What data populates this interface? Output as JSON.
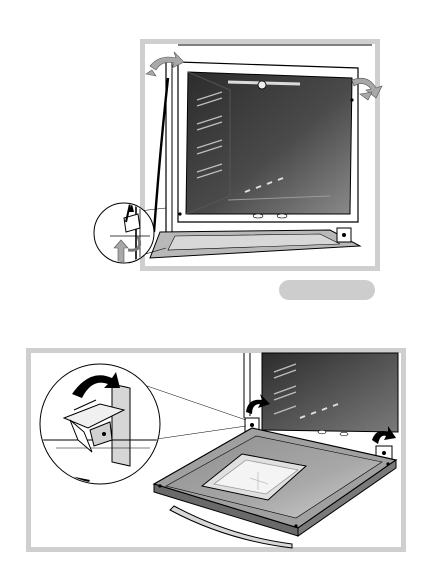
{
  "figure": {
    "colors": {
      "frame": "#cfcfcf",
      "cavity_dark": "#3a3a3a",
      "cavity_mid": "#777777",
      "door_glass": "#9a9a9a",
      "arrow_grey": "#a8a8a8",
      "line": "#000000"
    },
    "panels": [
      {
        "name": "oven-open-door-view",
        "icons": [
          "hinge-clip-icon",
          "rotate-arrow-icon",
          "lift-arrow-icon"
        ]
      },
      {
        "name": "door-removal-view",
        "icons": [
          "hinge-lever-icon",
          "rotate-arrow-icon"
        ]
      }
    ],
    "step_marker": {
      "shape": "pill",
      "color": "#cdcdcd"
    }
  }
}
